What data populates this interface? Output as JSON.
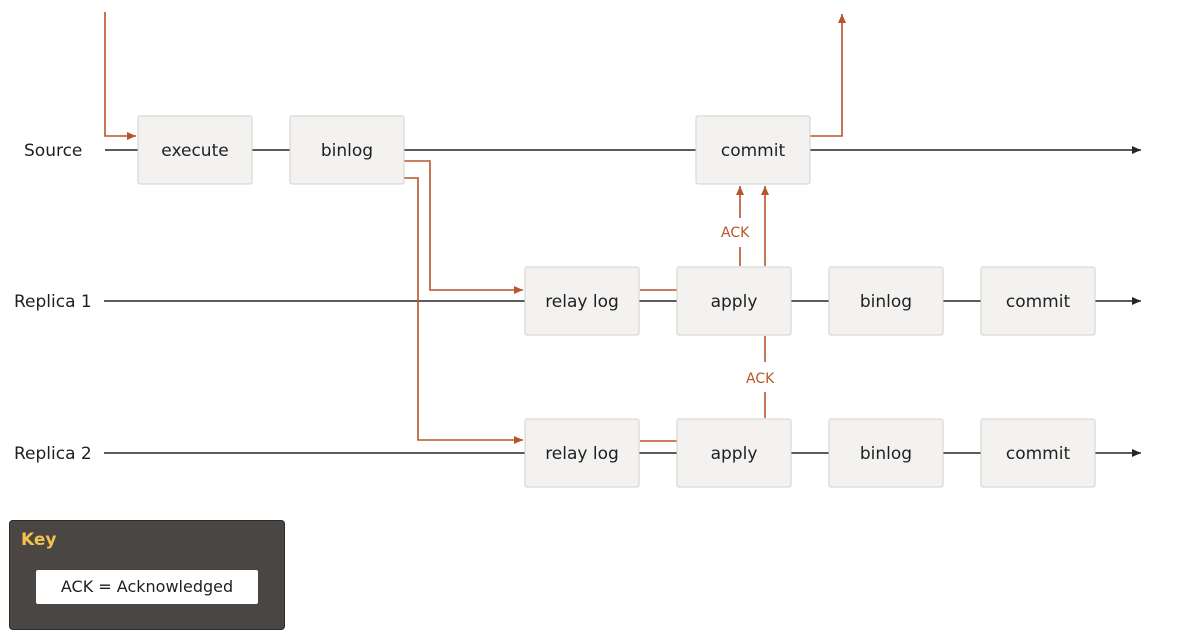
{
  "lanes": [
    {
      "label": "Source"
    },
    {
      "label": "Replica 1"
    },
    {
      "label": "Replica 2"
    }
  ],
  "source": {
    "execute": "execute",
    "binlog": "binlog",
    "commit": "commit"
  },
  "replica1": {
    "relay_log": "relay log",
    "apply": "apply",
    "binlog": "binlog",
    "commit": "commit"
  },
  "replica2": {
    "relay_log": "relay log",
    "apply": "apply",
    "binlog": "binlog",
    "commit": "commit"
  },
  "ack_labels": [
    "ACK",
    "ACK"
  ],
  "key": {
    "title": "Key",
    "entry": "ACK = Acknowledged"
  },
  "colors": {
    "flow": "#b9542b",
    "line": "#262626",
    "box_fill": "#f3f2f1",
    "box_stroke": "#d4d1cd",
    "key_bg": "#4a4643",
    "key_title": "#f2c14e"
  }
}
